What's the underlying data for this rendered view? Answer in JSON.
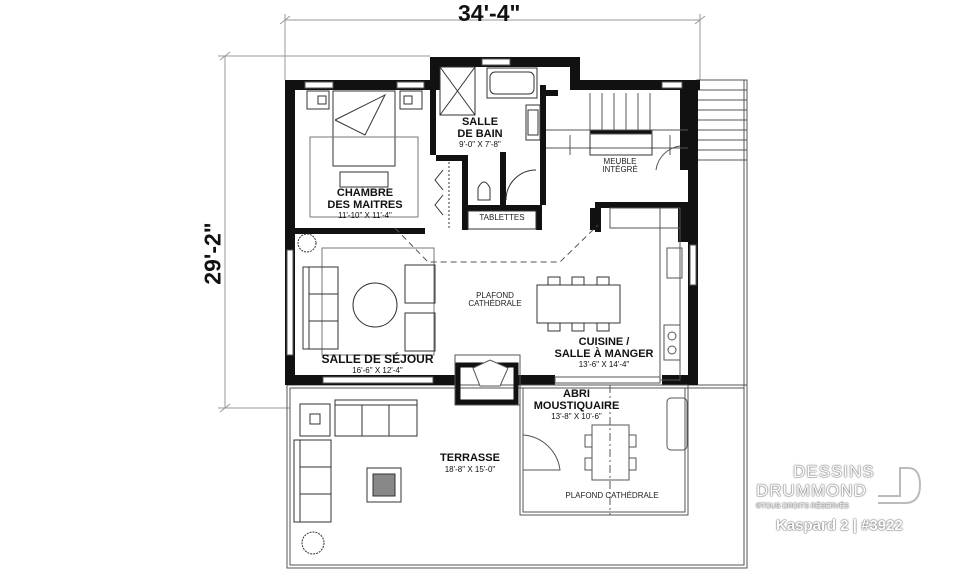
{
  "dimensions": {
    "width": "34'-4\"",
    "depth": "29'-2\""
  },
  "rooms": [
    {
      "name_lines": [
        "CHAMBRE",
        "DES MAITRES"
      ],
      "size": "11'-10\" X 11'-4\""
    },
    {
      "name_lines": [
        "SALLE",
        "DE BAIN"
      ],
      "size": "9'-0\" X 7'-8\""
    },
    {
      "name_lines": [
        "SALLE DE SÉJOUR"
      ],
      "size": "16'-6\" X 12'-4\""
    },
    {
      "name_lines": [
        "CUISINE /",
        "SALLE À MANGER"
      ],
      "size": "13'-6\" X 14'-4\""
    },
    {
      "name_lines": [
        "ABRI",
        "MOUSTIQUAIRE"
      ],
      "size": "13'-8\" X 10'-6\""
    },
    {
      "name_lines": [
        "TERRASSE"
      ],
      "size": "18'-8\" X 15'-0\""
    }
  ],
  "notes": {
    "tablettes": "TABLETTES",
    "meuble_line1": "MEUBLE",
    "meuble_line2": "INTÉGRÉ",
    "plafond_line1": "PLAFOND",
    "plafond_line2": "CATHÉDRALE",
    "plafond_abri": "PLAFOND CATHÉDRALE"
  },
  "brand": {
    "line1": "DESSINS",
    "line2": "DRUMMOND",
    "copyright": "©TOUS DROITS RÉSERVÉS",
    "model": "Kaspard 2 | #3922"
  },
  "colors": {
    "wall": "#111111",
    "line": "#555555",
    "background": "#ffffff"
  }
}
